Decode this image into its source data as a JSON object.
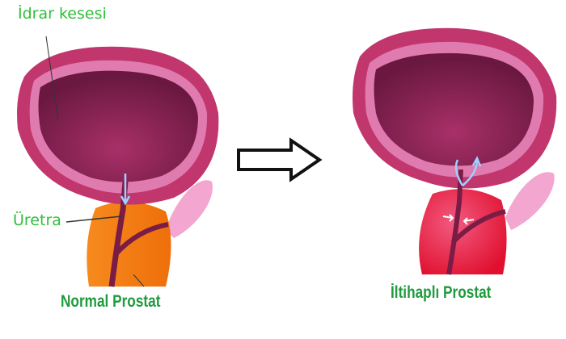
{
  "labels": {
    "bladder": "İdrar kesesi",
    "urethra": "Üretra",
    "normal_caption": "Normal Prostat",
    "inflamed_caption": "İltihaplı Prostat"
  },
  "colors": {
    "label_green": "#2fbf3a",
    "caption_green": "#1f9a3c",
    "bladder_outer": "#c2366e",
    "bladder_inner": "#7a1c46",
    "normal_prostate": "#f47c12",
    "inflamed_prostate": "#e8173d"
  }
}
